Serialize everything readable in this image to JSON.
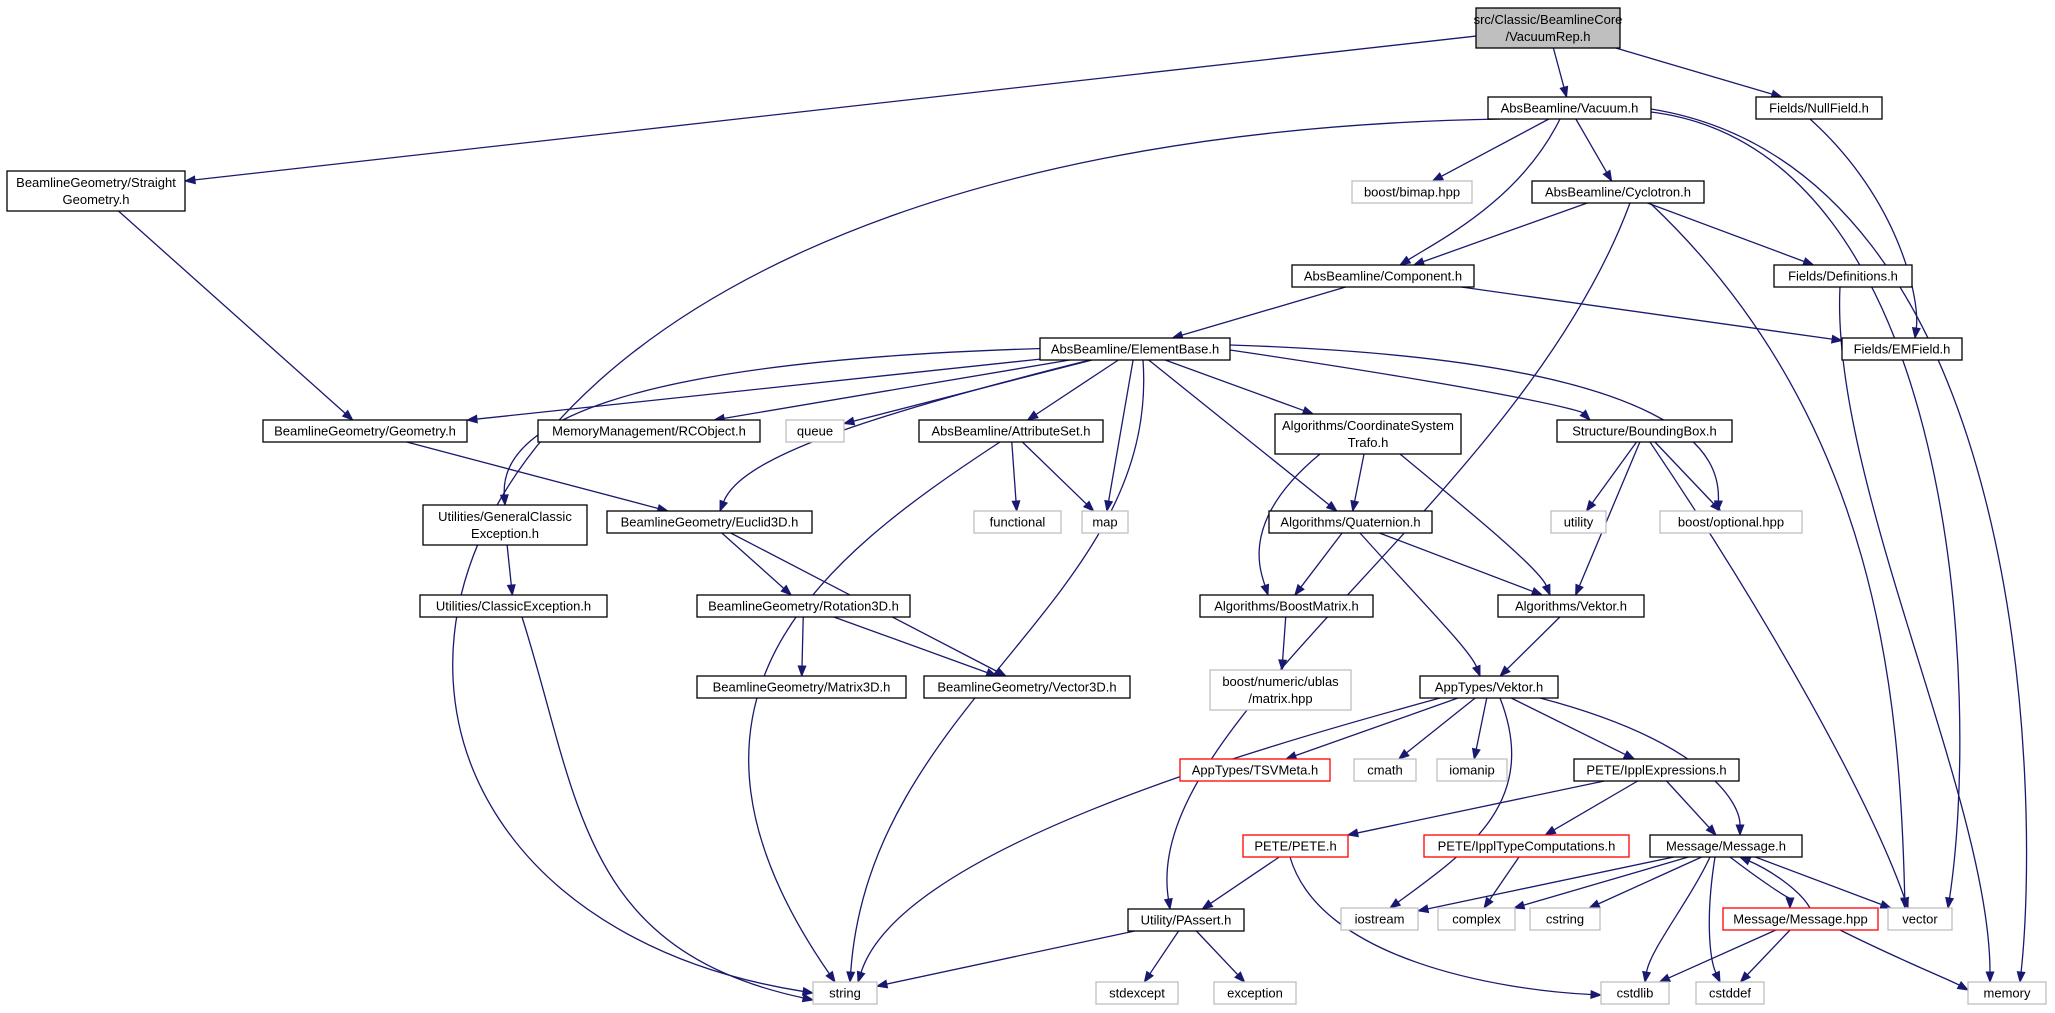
{
  "colors": {
    "edge": "#191970",
    "node_border": "#000000",
    "node_border_missing": "#bfbfbf",
    "node_border_truncated": "#ff0000",
    "root_fill": "#bfbfbf",
    "node_fill": "#ffffff"
  },
  "nodes": [
    {
      "id": "root",
      "lines": [
        "src/Classic/BeamlineCore",
        "/VacuumRep.h"
      ],
      "style": "root"
    },
    {
      "id": "vacuum",
      "lines": [
        "AbsBeamline/Vacuum.h"
      ],
      "style": "normal"
    },
    {
      "id": "nullfield",
      "lines": [
        "Fields/NullField.h"
      ],
      "style": "normal"
    },
    {
      "id": "straightgeom",
      "lines": [
        "BeamlineGeometry/Straight",
        "Geometry.h"
      ],
      "style": "normal"
    },
    {
      "id": "bimap",
      "lines": [
        "boost/bimap.hpp"
      ],
      "style": "missing"
    },
    {
      "id": "cyclotron",
      "lines": [
        "AbsBeamline/Cyclotron.h"
      ],
      "style": "normal"
    },
    {
      "id": "component",
      "lines": [
        "AbsBeamline/Component.h"
      ],
      "style": "normal"
    },
    {
      "id": "definitions",
      "lines": [
        "Fields/Definitions.h"
      ],
      "style": "normal"
    },
    {
      "id": "emfield",
      "lines": [
        "Fields/EMField.h"
      ],
      "style": "normal"
    },
    {
      "id": "elementbase",
      "lines": [
        "AbsBeamline/ElementBase.h"
      ],
      "style": "normal"
    },
    {
      "id": "geometry",
      "lines": [
        "BeamlineGeometry/Geometry.h"
      ],
      "style": "normal"
    },
    {
      "id": "rcobject",
      "lines": [
        "MemoryManagement/RCObject.h"
      ],
      "style": "normal"
    },
    {
      "id": "queue",
      "lines": [
        "queue"
      ],
      "style": "missing"
    },
    {
      "id": "attributeset",
      "lines": [
        "AbsBeamline/AttributeSet.h"
      ],
      "style": "normal"
    },
    {
      "id": "cstrafo",
      "lines": [
        "Algorithms/CoordinateSystem",
        "Trafo.h"
      ],
      "style": "normal"
    },
    {
      "id": "boundingbox",
      "lines": [
        "Structure/BoundingBox.h"
      ],
      "style": "normal"
    },
    {
      "id": "genclassicexc",
      "lines": [
        "Utilities/GeneralClassic",
        "Exception.h"
      ],
      "style": "normal"
    },
    {
      "id": "euclid3d",
      "lines": [
        "BeamlineGeometry/Euclid3D.h"
      ],
      "style": "normal"
    },
    {
      "id": "functional",
      "lines": [
        "functional"
      ],
      "style": "missing"
    },
    {
      "id": "map",
      "lines": [
        "map"
      ],
      "style": "missing"
    },
    {
      "id": "quaternion",
      "lines": [
        "Algorithms/Quaternion.h"
      ],
      "style": "normal"
    },
    {
      "id": "utility",
      "lines": [
        "utility"
      ],
      "style": "missing"
    },
    {
      "id": "optional",
      "lines": [
        "boost/optional.hpp"
      ],
      "style": "missing"
    },
    {
      "id": "classicexc",
      "lines": [
        "Utilities/ClassicException.h"
      ],
      "style": "normal"
    },
    {
      "id": "rotation3d",
      "lines": [
        "BeamlineGeometry/Rotation3D.h"
      ],
      "style": "normal"
    },
    {
      "id": "boostmatrix",
      "lines": [
        "Algorithms/BoostMatrix.h"
      ],
      "style": "normal"
    },
    {
      "id": "algvektor",
      "lines": [
        "Algorithms/Vektor.h"
      ],
      "style": "normal"
    },
    {
      "id": "ublasmatrix",
      "lines": [
        "boost/numeric/ublas",
        "/matrix.hpp"
      ],
      "style": "missing"
    },
    {
      "id": "matrix3d",
      "lines": [
        "BeamlineGeometry/Matrix3D.h"
      ],
      "style": "normal"
    },
    {
      "id": "vector3d",
      "lines": [
        "BeamlineGeometry/Vector3D.h"
      ],
      "style": "normal"
    },
    {
      "id": "apptypesvektor",
      "lines": [
        "AppTypes/Vektor.h"
      ],
      "style": "normal"
    },
    {
      "id": "tsvmeta",
      "lines": [
        "AppTypes/TSVMeta.h"
      ],
      "style": "truncated"
    },
    {
      "id": "cmath",
      "lines": [
        "cmath"
      ],
      "style": "missing"
    },
    {
      "id": "iomanip",
      "lines": [
        "iomanip"
      ],
      "style": "missing"
    },
    {
      "id": "ipplexpr",
      "lines": [
        "PETE/IpplExpressions.h"
      ],
      "style": "normal"
    },
    {
      "id": "pete",
      "lines": [
        "PETE/PETE.h"
      ],
      "style": "truncated"
    },
    {
      "id": "ippltypecomp",
      "lines": [
        "PETE/IpplTypeComputations.h"
      ],
      "style": "truncated"
    },
    {
      "id": "messageh",
      "lines": [
        "Message/Message.h"
      ],
      "style": "normal"
    },
    {
      "id": "passert",
      "lines": [
        "Utility/PAssert.h"
      ],
      "style": "normal"
    },
    {
      "id": "iostream",
      "lines": [
        "iostream"
      ],
      "style": "missing"
    },
    {
      "id": "complex",
      "lines": [
        "complex"
      ],
      "style": "missing"
    },
    {
      "id": "cstring",
      "lines": [
        "cstring"
      ],
      "style": "missing"
    },
    {
      "id": "messagehpp",
      "lines": [
        "Message/Message.hpp"
      ],
      "style": "truncated"
    },
    {
      "id": "vector",
      "lines": [
        "vector"
      ],
      "style": "missing"
    },
    {
      "id": "string",
      "lines": [
        "string"
      ],
      "style": "missing"
    },
    {
      "id": "stdexcept",
      "lines": [
        "stdexcept"
      ],
      "style": "missing"
    },
    {
      "id": "exception",
      "lines": [
        "exception"
      ],
      "style": "missing"
    },
    {
      "id": "cstdlib",
      "lines": [
        "cstdlib"
      ],
      "style": "missing"
    },
    {
      "id": "cstddef",
      "lines": [
        "cstddef"
      ],
      "style": "missing"
    },
    {
      "id": "memory",
      "lines": [
        "memory"
      ],
      "style": "missing"
    }
  ],
  "edges": [
    {
      "from": "root",
      "to": "vacuum"
    },
    {
      "from": "root",
      "to": "nullfield"
    },
    {
      "from": "root",
      "to": "straightgeom"
    },
    {
      "from": "vacuum",
      "to": "bimap"
    },
    {
      "from": "vacuum",
      "to": "cyclotron"
    },
    {
      "from": "vacuum",
      "to": "component"
    },
    {
      "from": "vacuum",
      "to": "string"
    },
    {
      "from": "vacuum",
      "to": "vector"
    },
    {
      "from": "vacuum",
      "to": "memory"
    },
    {
      "from": "nullfield",
      "to": "emfield"
    },
    {
      "from": "straightgeom",
      "to": "geometry"
    },
    {
      "from": "cyclotron",
      "to": "component"
    },
    {
      "from": "cyclotron",
      "to": "definitions"
    },
    {
      "from": "cyclotron",
      "to": "passert"
    },
    {
      "from": "cyclotron",
      "to": "vector"
    },
    {
      "from": "component",
      "to": "elementbase"
    },
    {
      "from": "component",
      "to": "emfield"
    },
    {
      "from": "definitions",
      "to": "memory"
    },
    {
      "from": "elementbase",
      "to": "geometry"
    },
    {
      "from": "elementbase",
      "to": "rcobject"
    },
    {
      "from": "elementbase",
      "to": "queue"
    },
    {
      "from": "elementbase",
      "to": "attributeset"
    },
    {
      "from": "elementbase",
      "to": "cstrafo"
    },
    {
      "from": "elementbase",
      "to": "boundingbox"
    },
    {
      "from": "elementbase",
      "to": "genclassicexc"
    },
    {
      "from": "elementbase",
      "to": "euclid3d"
    },
    {
      "from": "elementbase",
      "to": "map"
    },
    {
      "from": "elementbase",
      "to": "quaternion"
    },
    {
      "from": "elementbase",
      "to": "optional"
    },
    {
      "from": "elementbase",
      "to": "string"
    },
    {
      "from": "geometry",
      "to": "euclid3d"
    },
    {
      "from": "attributeset",
      "to": "functional"
    },
    {
      "from": "attributeset",
      "to": "map"
    },
    {
      "from": "attributeset",
      "to": "string"
    },
    {
      "from": "cstrafo",
      "to": "quaternion"
    },
    {
      "from": "cstrafo",
      "to": "boostmatrix"
    },
    {
      "from": "cstrafo",
      "to": "algvektor"
    },
    {
      "from": "boundingbox",
      "to": "utility"
    },
    {
      "from": "boundingbox",
      "to": "optional"
    },
    {
      "from": "boundingbox",
      "to": "algvektor"
    },
    {
      "from": "boundingbox",
      "to": "vector"
    },
    {
      "from": "genclassicexc",
      "to": "classicexc"
    },
    {
      "from": "euclid3d",
      "to": "rotation3d"
    },
    {
      "from": "euclid3d",
      "to": "vector3d"
    },
    {
      "from": "quaternion",
      "to": "boostmatrix"
    },
    {
      "from": "quaternion",
      "to": "algvektor"
    },
    {
      "from": "quaternion",
      "to": "apptypesvektor"
    },
    {
      "from": "classicexc",
      "to": "string"
    },
    {
      "from": "rotation3d",
      "to": "matrix3d"
    },
    {
      "from": "rotation3d",
      "to": "vector3d"
    },
    {
      "from": "boostmatrix",
      "to": "ublasmatrix"
    },
    {
      "from": "algvektor",
      "to": "apptypesvektor"
    },
    {
      "from": "apptypesvektor",
      "to": "tsvmeta"
    },
    {
      "from": "apptypesvektor",
      "to": "cmath"
    },
    {
      "from": "apptypesvektor",
      "to": "iomanip"
    },
    {
      "from": "apptypesvektor",
      "to": "ipplexpr"
    },
    {
      "from": "apptypesvektor",
      "to": "messageh"
    },
    {
      "from": "apptypesvektor",
      "to": "iostream"
    },
    {
      "from": "apptypesvektor",
      "to": "string"
    },
    {
      "from": "ipplexpr",
      "to": "pete"
    },
    {
      "from": "ipplexpr",
      "to": "ippltypecomp"
    },
    {
      "from": "ipplexpr",
      "to": "messageh"
    },
    {
      "from": "pete",
      "to": "passert"
    },
    {
      "from": "pete",
      "to": "cstdlib"
    },
    {
      "from": "ippltypecomp",
      "to": "complex"
    },
    {
      "from": "messageh",
      "to": "iostream"
    },
    {
      "from": "messageh",
      "to": "complex"
    },
    {
      "from": "messageh",
      "to": "cstring"
    },
    {
      "from": "messageh",
      "to": "vector"
    },
    {
      "from": "messageh",
      "to": "cstdlib"
    },
    {
      "from": "messageh",
      "to": "cstddef"
    },
    {
      "from": "messageh",
      "to": "messagehpp"
    },
    {
      "from": "messagehpp",
      "to": "messageh"
    },
    {
      "from": "messagehpp",
      "to": "cstdlib"
    },
    {
      "from": "messagehpp",
      "to": "cstddef"
    },
    {
      "from": "messagehpp",
      "to": "memory"
    },
    {
      "from": "passert",
      "to": "string"
    },
    {
      "from": "passert",
      "to": "stdexcept"
    },
    {
      "from": "passert",
      "to": "exception"
    }
  ]
}
